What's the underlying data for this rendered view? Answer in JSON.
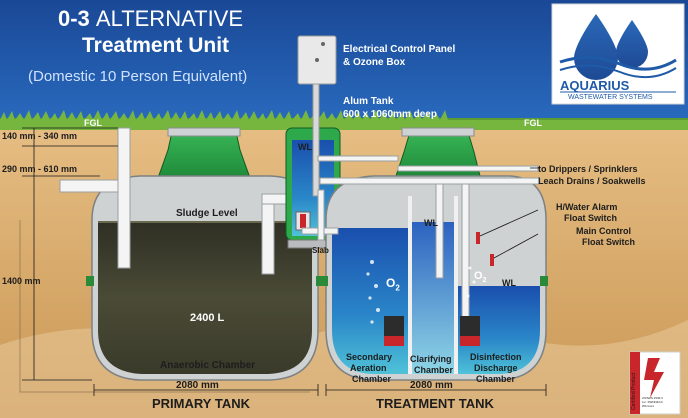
{
  "title": {
    "line1_bold": "0-3",
    "line1_rest": "ALTERNATIVE",
    "line2": "Treatment Unit",
    "subtitle": "(Domestic 10 Person Equivalent)"
  },
  "logo": {
    "brand": "AQUARIUS",
    "tagline": "WASTEWATER SYSTEMS",
    "brand_color": "#1f5aa8"
  },
  "labels": {
    "control_panel": [
      "Electrical Control Panel",
      "& Ozone Box"
    ],
    "alum_tank": [
      "Alum Tank",
      "600 x 1060mm deep"
    ],
    "fgl_left": "FGL",
    "fgl_right": "FGL",
    "dim_riser": "140 mm - 340 mm",
    "dim_cover": "290 mm - 610 mm",
    "dim_height": "1400 mm",
    "outlet": [
      "to Drippers / Sprinklers",
      "Leach Drains / Soakwells"
    ],
    "alarm_switch": [
      "H/Water Alarm",
      "Float Switch"
    ],
    "control_switch": [
      "Main Control",
      "Float Switch"
    ],
    "sludge_level": "Sludge Level",
    "wl_alum": "WL",
    "wl_treatment": "WL",
    "wl_disinfection": "WL",
    "slab": "Slab",
    "volume": "2400 L",
    "oxygen_left": "O",
    "oxygen_right": "O",
    "oxygen_sub": "2",
    "anaerobic": "Anaerobic Chamber",
    "secondary": [
      "Secondary",
      "Aeration",
      "Chamber"
    ],
    "clarifying": [
      "Clarifying",
      "Chamber"
    ],
    "disinfection": [
      "Disinfection",
      "Discharge",
      "Chamber"
    ],
    "width_primary": "2080 mm",
    "width_treatment": "2080 mm",
    "primary_tank": "PRIMARY TANK",
    "treatment_tank": "TREATMENT TANK"
  },
  "badge": {
    "text": "Certified Product",
    "fine": [
      "AS/NZS 1546.3",
      "Lic. SWNN4/13",
      "WA Govt"
    ]
  },
  "colors": {
    "sky": "#1c4f9c",
    "soil": "#d8a765",
    "grass": "#6aa83a",
    "lid_green": "#2da84a",
    "tank_gray": "#cfd2d3",
    "water": "#1a55b8",
    "sludge": "#3b3a2a",
    "pump_red": "#c8262a"
  }
}
